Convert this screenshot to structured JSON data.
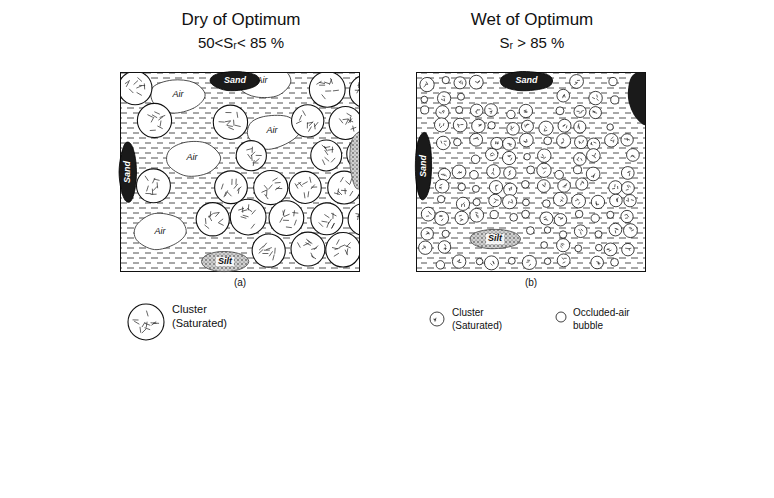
{
  "diagram": {
    "nodes": [
      {
        "text": [
          "Dry of Optimum",
          "50<Sᵣ< 85 %"
        ]
      },
      {
        "text": [
          "Sand"
        ],
        "in": 0
      },
      {
        "text": [
          "Sand"
        ],
        "in": 0
      },
      {
        "text": [
          "Silt"
        ],
        "in": 0
      },
      {
        "text": [
          "Wet of Optimum",
          "Sᵣ > 85 %"
        ]
      },
      {
        "text": [
          "Sand"
        ],
        "in": 4
      },
      {
        "text": [
          "Sand"
        ],
        "in": 4
      },
      {
        "text": [
          "Silt"
        ],
        "in": 4
      }
    ],
    "labels": [
      "Air",
      "Air",
      "Air",
      "Air",
      "Air",
      "(a)",
      "(b)"
    ],
    "legend": [
      {
        "text": "Cluster (Saturated)"
      },
      {
        "text": "Cluster (Saturated)"
      },
      {
        "text": "Occluded-air bubble"
      }
    ]
  }
}
